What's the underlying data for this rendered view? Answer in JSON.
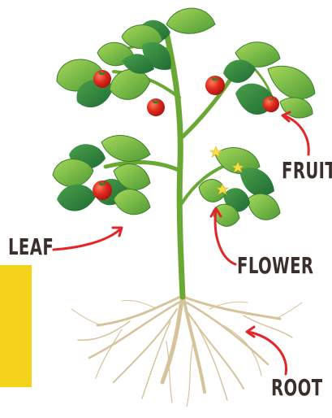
{
  "labels": {
    "leaf": "LEAF",
    "flower": "FLOWER",
    "fruit": "FRUIT",
    "root": "ROOT"
  },
  "colors": {
    "arrow": "#e1262c",
    "leaf_light": "#8cc63f",
    "leaf_dark": "#2f8a3e",
    "stem": "#6aa834",
    "fruit": "#d9261c",
    "flower": "#f7e04a",
    "root": "#d8c7a0",
    "accent_block": "#f5d21a"
  }
}
